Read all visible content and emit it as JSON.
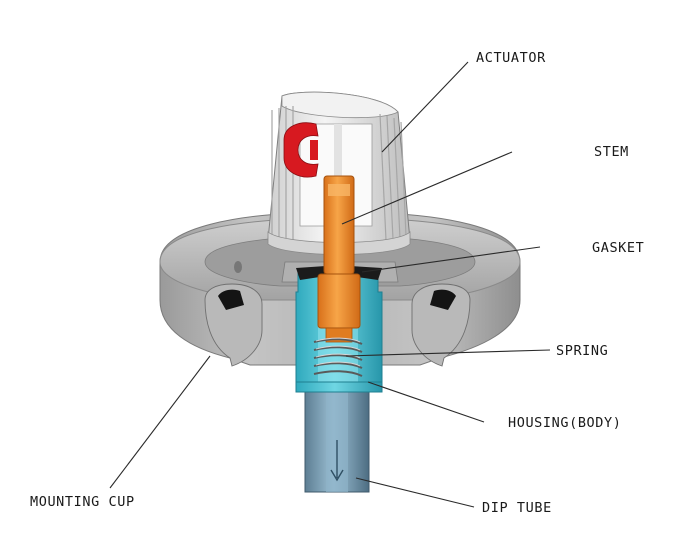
{
  "diagram": {
    "labels": {
      "actuator": "ACTUATOR",
      "stem": "STEM",
      "gasket": "GASKET",
      "spring": "SPRING",
      "housing": "HOUSING(BODY)",
      "mounting_cup": "MOUNTING CUP",
      "dip_tube": "DIP TUBE"
    },
    "parts": [
      {
        "id": "actuator",
        "color": "#e6e6e6"
      },
      {
        "id": "actuator-nozzle",
        "color": "#d71920"
      },
      {
        "id": "stem",
        "color": "#f08a24"
      },
      {
        "id": "gasket",
        "color": "#222222"
      },
      {
        "id": "spring",
        "color": "#c9c9c9"
      },
      {
        "id": "housing",
        "color": "#45c3d4"
      },
      {
        "id": "mounting-cup",
        "color": "#a9a9a9"
      },
      {
        "id": "dip-tube",
        "color": "#5a8fa8"
      }
    ]
  }
}
